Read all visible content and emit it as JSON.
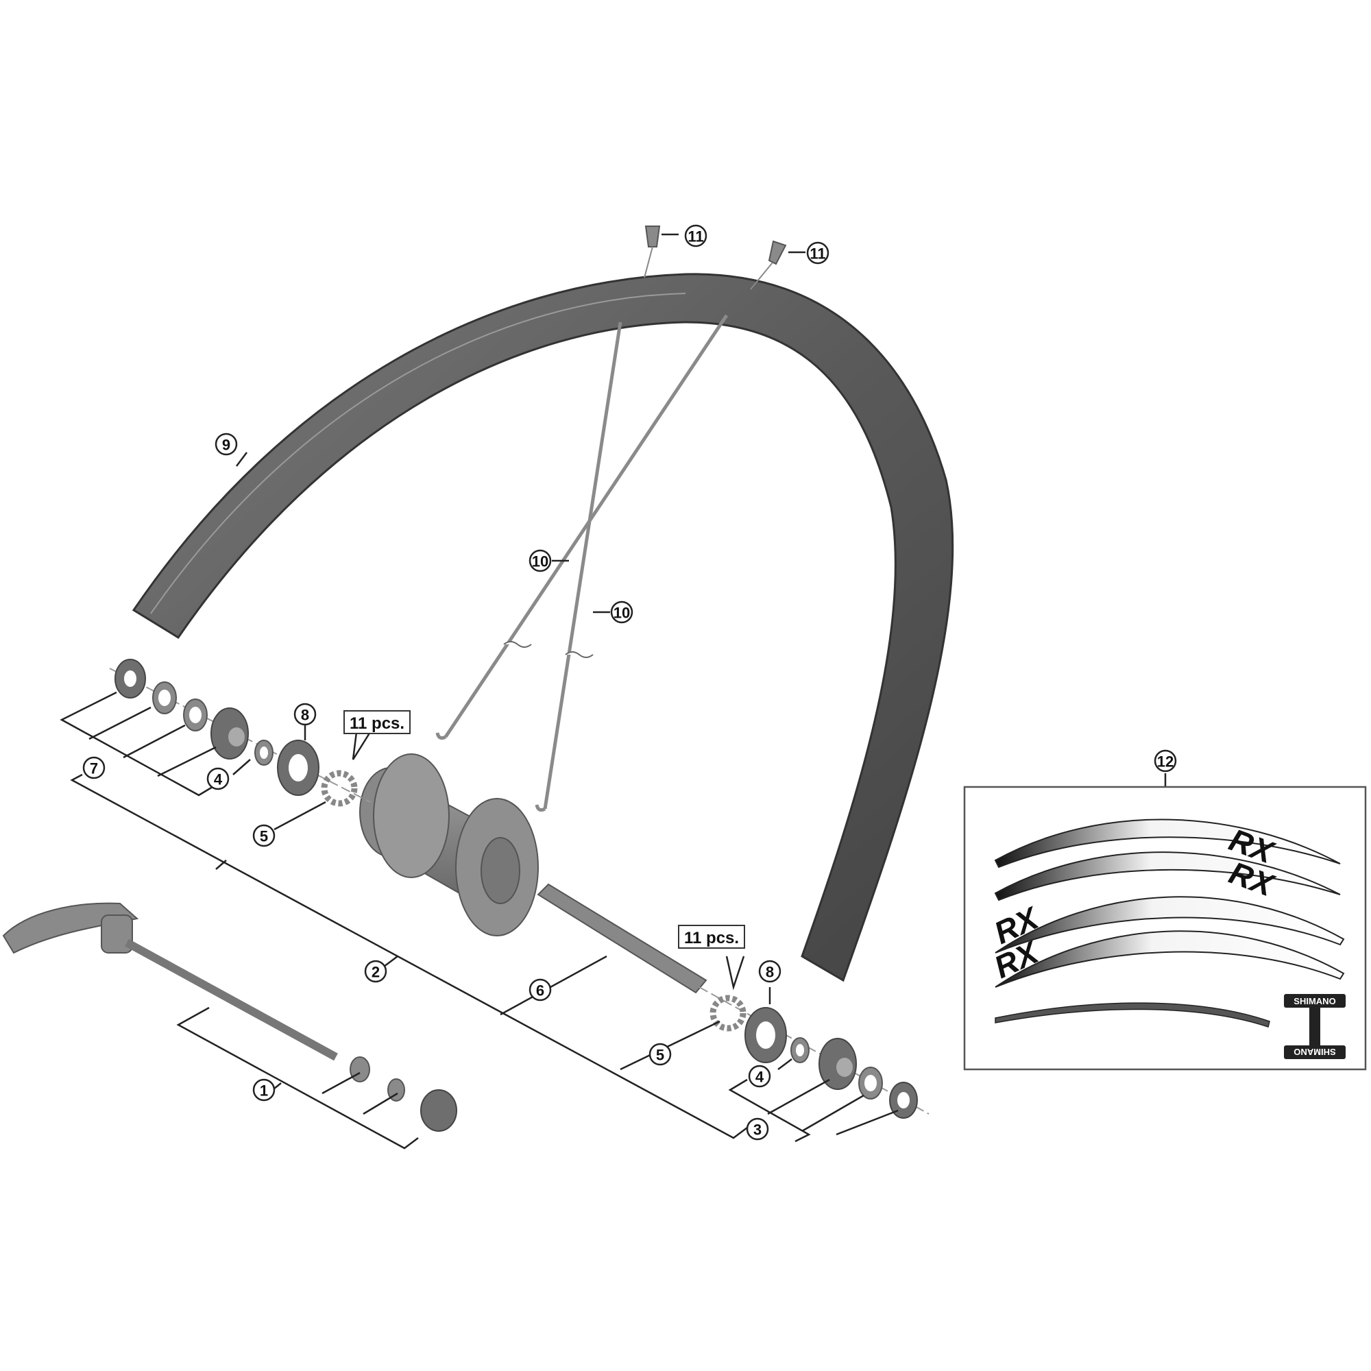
{
  "diagram": {
    "title": "",
    "quantity_labels": [
      "11 pcs.",
      "11 pcs."
    ],
    "decal_set": {
      "callout": "12",
      "rim_decals": [
        "RX",
        "RX",
        "RX",
        "RX"
      ],
      "brand_decals": [
        "SHIMANO",
        "SHIMANO"
      ]
    },
    "callouts": [
      {
        "id": "1",
        "part": "quick-release-skewer"
      },
      {
        "id": "2",
        "part": "hub-assembly"
      },
      {
        "id": "3",
        "part": "right-cone-locknut-set"
      },
      {
        "id": "4",
        "part": "dust-seal-ring"
      },
      {
        "id": "5",
        "part": "ball-bearings"
      },
      {
        "id": "6",
        "part": "hub-axle"
      },
      {
        "id": "7",
        "part": "left-cone-locknut-set"
      },
      {
        "id": "8",
        "part": "dust-cap"
      },
      {
        "id": "9",
        "part": "rim"
      },
      {
        "id": "10",
        "part": "spoke"
      },
      {
        "id": "11",
        "part": "spoke-nipple"
      },
      {
        "id": "12",
        "part": "decal-set"
      }
    ]
  },
  "labels": {
    "c1": "1",
    "c2": "2",
    "c3": "3",
    "c4a": "4",
    "c4b": "4",
    "c5a": "5",
    "c5b": "5",
    "c6": "6",
    "c7": "7",
    "c8a": "8",
    "c8b": "8",
    "c9": "9",
    "c10a": "10",
    "c10b": "10",
    "c11a": "11",
    "c11b": "11",
    "c12": "12",
    "qty_left": "11 pcs.",
    "qty_right": "11 pcs.",
    "rx1": "RX",
    "rx2": "RX",
    "rx3": "RX",
    "rx4": "RX",
    "shimano1": "SHIMANO",
    "shimano2": "SHIMANO"
  }
}
